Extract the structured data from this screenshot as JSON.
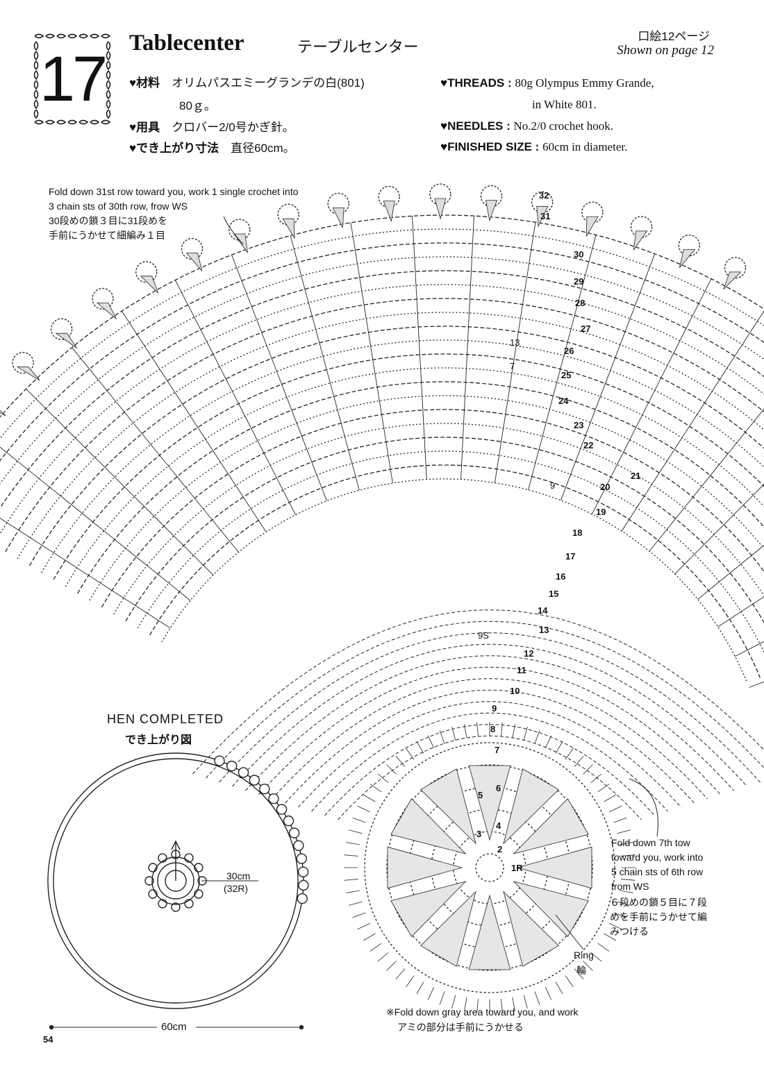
{
  "header": {
    "pattern_number": "17",
    "title_en": "Tablecenter",
    "title_ja": "テーブルセンター",
    "page_ref_ja": "口絵12ページ",
    "page_ref_en": "Shown on page 12"
  },
  "specs_ja": [
    {
      "label": "材料",
      "value": "オリムパスエミーグランデの白(801)"
    },
    {
      "label": "",
      "value": "80ｇ。"
    },
    {
      "label": "用具",
      "value": "クロバー2/0号かぎ針。"
    },
    {
      "label": "でき上がり寸法",
      "value": "直径60cm。"
    }
  ],
  "specs_en": [
    {
      "label": "THREADS",
      "value": "80g Olympus Emmy Grande,"
    },
    {
      "label": "",
      "value": "in White 801."
    },
    {
      "label": "NEEDLES",
      "value": "No.2/0 crochet hook."
    },
    {
      "label": "FINISHED SIZE",
      "value": "60cm in diameter."
    }
  ],
  "notes": {
    "row31_en": "Fold down 31st row toward you, work 1 single crochet into\n3 chain sts of 30th row, frow WS",
    "row31_ja": "30段めの鎖３目に31段めを\n手前にうかせて細編み１目",
    "row7_en": "Fold down 7th tow\ntoward you, work into\n5 chain sts of 6th row\nfrom WS",
    "row7_ja": "６段めの鎖５目に７段\nめを手前にうかせて編\nみつける",
    "ring_en": "Ring",
    "ring_ja": "輪",
    "gray_en": "※Fold down gray area toward you, and work",
    "gray_ja": "アミの部分は手前にうかせる"
  },
  "completed": {
    "title_en": "HEN COMPLETED",
    "title_ja": "でき上がり図",
    "inner_size": "30cm",
    "inner_rows": "(32R)",
    "diameter": "60cm"
  },
  "row_labels": [
    "1R",
    "2",
    "3",
    "4",
    "5",
    "6",
    "7",
    "8",
    "9",
    "10",
    "11",
    "12",
    "13",
    "14",
    "15",
    "16",
    "17",
    "18",
    "19",
    "20",
    "21",
    "22",
    "23",
    "24",
    "25",
    "26",
    "27",
    "28",
    "29",
    "30",
    "31",
    "32"
  ],
  "stray_labels": [
    "13",
    "7",
    "9",
    "9S"
  ],
  "page_number": "54"
}
